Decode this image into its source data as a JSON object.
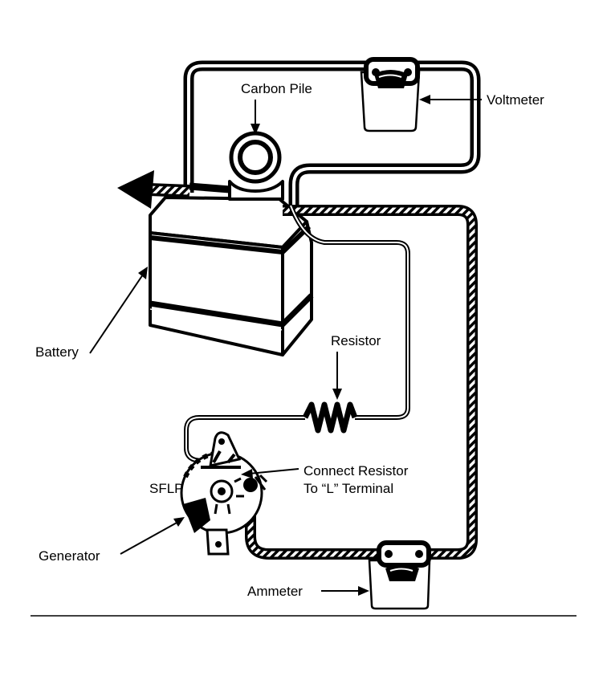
{
  "labels": {
    "carbon_pile": "Carbon Pile",
    "voltmeter": "Voltmeter",
    "battery": "Battery",
    "resistor": "Resistor",
    "connect_resistor_line1": "Connect Resistor",
    "connect_resistor_line2": "To “L” Terminal",
    "sflp": "SFLP",
    "generator": "Generator",
    "ammeter": "Ammeter"
  },
  "colors": {
    "ink": "#000000",
    "paper": "#ffffff"
  }
}
